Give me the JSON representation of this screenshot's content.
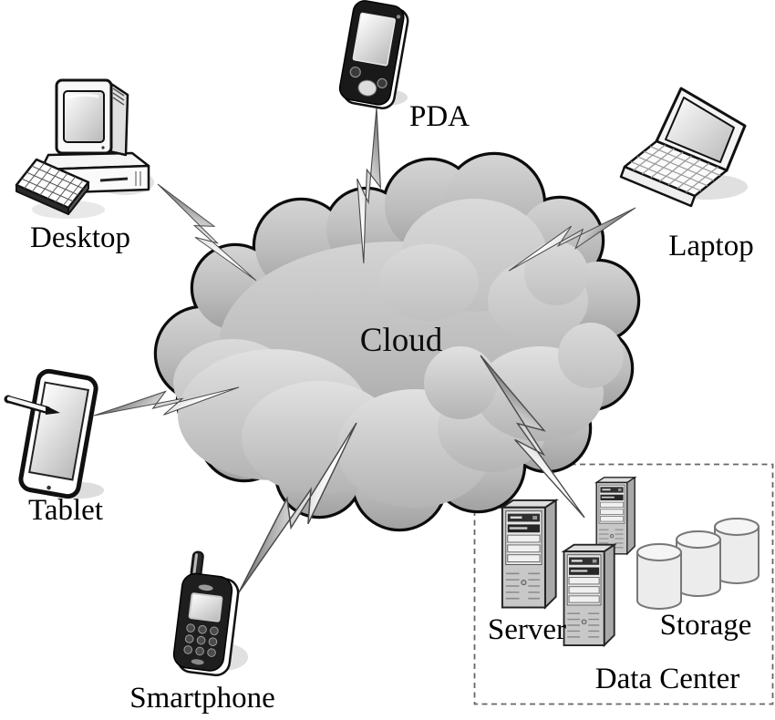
{
  "diagram": {
    "type": "cloud-computing-architecture",
    "center": {
      "label": "Cloud"
    },
    "devices": {
      "desktop": {
        "label": "Desktop"
      },
      "pda": {
        "label": "PDA"
      },
      "laptop": {
        "label": "Laptop"
      },
      "tablet": {
        "label": "Tablet"
      },
      "smartphone": {
        "label": "Smartphone"
      }
    },
    "data_center": {
      "label": "Data Center",
      "server": {
        "label": "Server",
        "count": 3
      },
      "storage": {
        "label": "Storage",
        "count": 3
      }
    },
    "connections": [
      {
        "from": "Desktop",
        "to": "Cloud",
        "style": "lightning-bolt"
      },
      {
        "from": "PDA",
        "to": "Cloud",
        "style": "lightning-bolt"
      },
      {
        "from": "Laptop",
        "to": "Cloud",
        "style": "lightning-bolt"
      },
      {
        "from": "Tablet",
        "to": "Cloud",
        "style": "lightning-bolt"
      },
      {
        "from": "Smartphone",
        "to": "Cloud",
        "style": "lightning-bolt"
      },
      {
        "from": "Cloud",
        "to": "Data Center",
        "style": "lightning-bolt"
      }
    ],
    "colors": {
      "background": "#ffffff",
      "cloud_fill_light": "#d4d4d4",
      "cloud_fill_dark": "#a2a2a2",
      "outline": "#111111",
      "text": "#000000"
    }
  }
}
